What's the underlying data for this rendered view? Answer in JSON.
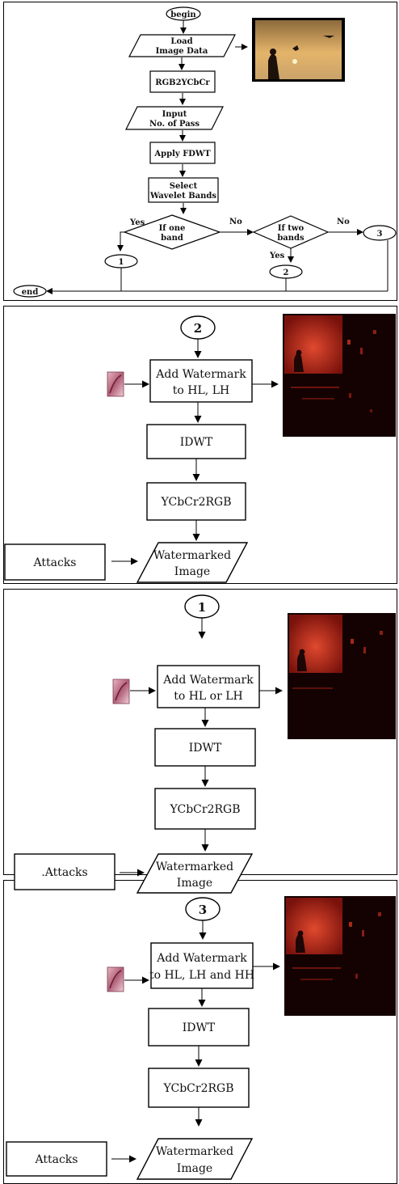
{
  "flow1": {
    "begin": "begin",
    "load": [
      "Load",
      "Image Data"
    ],
    "rgb2ycbcr": "RGB2YCbCr",
    "input_pass": [
      "Input",
      "No. of Pass"
    ],
    "apply_fdwt": "Apply FDWT",
    "select_bands": [
      "Select",
      "Wavelet Bands"
    ],
    "if_one": [
      "If one",
      "band"
    ],
    "if_two": [
      "If two",
      "bands"
    ],
    "yes_1": "Yes",
    "no_1": "No",
    "yes_2": "Yes",
    "no_2": "No",
    "conn_1": "1",
    "conn_2": "2",
    "conn_3": "3",
    "end": "end"
  },
  "flow2": {
    "conn": "2",
    "add_wm": [
      "Add Watermark",
      "to HL, LH"
    ],
    "idwt": "IDWT",
    "ycbcr2rgb": "YCbCr2RGB",
    "attacks": "Attacks",
    "watermarked": [
      "Watermarked",
      "Image"
    ]
  },
  "flow3": {
    "conn": "1",
    "add_wm": [
      "Add Watermark",
      "to HL or LH"
    ],
    "idwt": "IDWT",
    "ycbcr2rgb": "YCbCr2RGB",
    "attacks": ".Attacks",
    "watermarked": [
      "Watermarked",
      "Image"
    ]
  },
  "flow4": {
    "conn": "3",
    "add_wm": [
      "Add Watermark",
      "to HL, LH and HH"
    ],
    "idwt": "IDWT",
    "ycbcr2rgb": "YCbCr2RGB",
    "attacks": "Attacks",
    "watermarked": [
      "Watermarked",
      "Image"
    ]
  },
  "colors": {
    "stroke": "#000000",
    "sunset_bg": "#d79a55",
    "wavelet_bg": "#1a0303",
    "wavelet_red": "#c8281c",
    "logo_pink": "#c98a9a"
  }
}
